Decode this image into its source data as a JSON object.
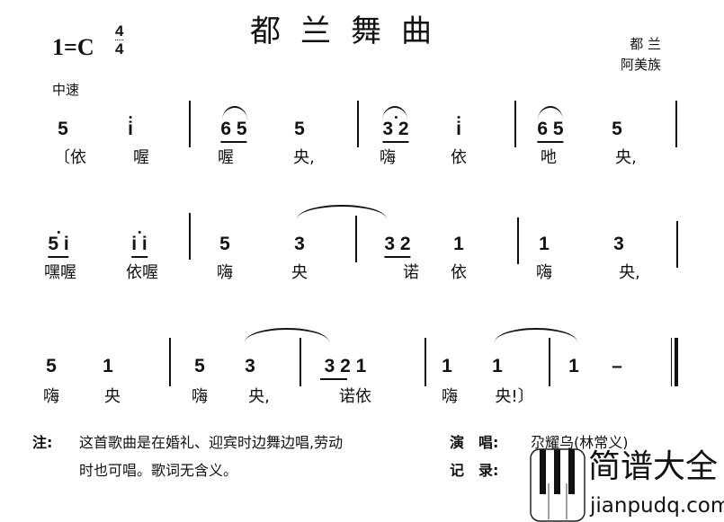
{
  "header": {
    "title": "都兰舞曲",
    "key": "1=C",
    "time_sig_top": "4",
    "time_sig_bottom": "4",
    "origin_line1": "都 兰",
    "origin_line2": "阿美族",
    "tempo": "中速"
  },
  "rows": [
    {
      "notes": [
        "5",
        "i",
        "6 5",
        "5",
        "3 2",
        "i",
        "6 5",
        "5"
      ],
      "lyrics": [
        "〔依",
        "喔",
        "喔",
        "央,",
        "嗨",
        "依",
        "吔",
        "央,"
      ]
    },
    {
      "notes": [
        "5 i",
        "i i",
        "5",
        "3",
        "3 2",
        "1",
        "1",
        "3"
      ],
      "lyrics": [
        "嘿喔",
        "依喔",
        "嗨",
        "央",
        "诺",
        "依",
        "嗨",
        "央,"
      ]
    },
    {
      "notes": [
        "5",
        "1",
        "5",
        "3",
        "3 2 1",
        "1",
        "1",
        "1",
        "–"
      ],
      "lyrics": [
        "嗨",
        "央",
        "嗨",
        "央,",
        "诺依",
        "嗨",
        "央!〕"
      ]
    }
  ],
  "footer": {
    "note_label": "注:",
    "note_line1": "这首歌曲是在婚礼、迎宾时边舞边唱,劳动",
    "note_line2": "时也可唱。歌词无含义。",
    "singer_label": "演　唱:",
    "singer": "尕耀乌(林常义)",
    "recorder_label": "记　录:"
  },
  "watermark": {
    "text": "简谱大全",
    "url": "jianpudq.com"
  }
}
